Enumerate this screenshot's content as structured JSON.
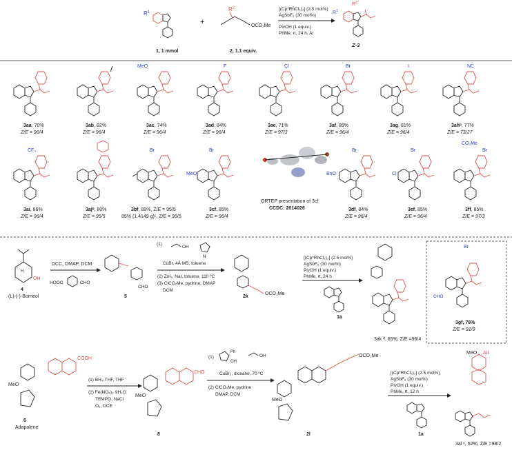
{
  "header": {
    "r1": "R",
    "r1_sup": "1",
    "r2": "R",
    "r2_sup": "2",
    "plus": "+",
    "allene_group": "OCO₂Me",
    "conditions": [
      "[(Cp*RhCl₂)₂] (2.5 mol%)",
      "AgSbF₆ (30 mol%)",
      "PivOH (1 equiv.)",
      "PhMe, rt, 24 h, Ar"
    ],
    "reagent1_label": "1, 1 mmol",
    "reagent2_label": "2, 1.1 equiv.",
    "product_label": "Z-3"
  },
  "row1": [
    {
      "sub": "",
      "id": "3aa",
      "yield": "70%",
      "ratio": "Z/E = 96/4"
    },
    {
      "sub": "",
      "id": "3ab",
      "yield": "82%",
      "ratio": "Z/E = 96/4"
    },
    {
      "sub": "MeO",
      "id": "3ac",
      "yield": "74%",
      "ratio": "Z/E = 96/4"
    },
    {
      "sub": "F",
      "id": "3ad",
      "yield": "84%",
      "ratio": "Z/E = 96/4"
    },
    {
      "sub": "Cl",
      "id": "3ae",
      "yield": "71%",
      "ratio": "Z/E = 97/3"
    },
    {
      "sub": "Br",
      "id": "3af",
      "yield": "85%",
      "ratio": "Z/E = 96/4"
    },
    {
      "sub": "I",
      "id": "3ag",
      "yield": "81%",
      "ratio": "Z/E = 96/4"
    },
    {
      "sub": "NC",
      "id": "3ahᵇ",
      "yield": "77%",
      "ratio": "Z/E = 73/27"
    }
  ],
  "row2": [
    {
      "sub": "CF₃",
      "id": "3ai",
      "yield": "86%",
      "ratio": "Z/E = 96/4"
    },
    {
      "sub": "",
      "id": "3ajᵇ",
      "yield": "80%",
      "ratio": "Z/E = 95/5"
    },
    {
      "sub": "Br",
      "id": "3bf",
      "yield": "89%, Z/E = 95/5",
      "ratio": "85% (1.4149 g)ᶜ, Z/E = 95/5"
    },
    {
      "sub": "Br",
      "id": "3cf",
      "yield": "85%",
      "ratio": "Z/E = 96/4"
    },
    {
      "ortep": "ORTEP presentation of 3cf",
      "ccdc": "CCDC: 2014026"
    },
    {
      "sub": "Br",
      "id": "3df",
      "yield": "84%",
      "ratio": "Z/E = 96/4"
    },
    {
      "sub": "Br",
      "id": "3ef",
      "yield": "85%",
      "ratio": "Z/E = 96/4"
    },
    {
      "sub": "Br",
      "id": "3ff",
      "yield": "85%",
      "ratio": "Z/E = 97/3"
    }
  ],
  "row2_ring": [
    "",
    "",
    "",
    "MeO",
    "",
    "BnO",
    "Cl",
    "CO₂Me"
  ],
  "borneol": {
    "compound": "4",
    "name": "(L)-(-)-Borneol",
    "oh": "OH",
    "h": "H",
    "step1": "DCC, DMAP, DCM",
    "acid": "HOOC",
    "cho": "CHO",
    "ester": "5",
    "step2": [
      "(1)",
      "CuBr, 4Å MS, toluene",
      "(2) ZnI₂, NaI, toluene, 110 ºC",
      "(3) ClCO₂Me, pydrine, DMAP",
      "DCM"
    ],
    "nh": "N",
    "oh2": "OH",
    "allene": "2k",
    "allene_group": "OCO₂Me",
    "step3": [
      "[(Cp*RhCl₂)₂] (2.5 mol%)",
      "AgSbF₆ (30 mol%)",
      "PivOH (1 equiv.)",
      "PhMe, rt, 24 h"
    ],
    "indole": "1a",
    "product": "3ak ᵈ, 65%, Z/E =96/4"
  },
  "side": {
    "sub": "Br",
    "cho": "CHO",
    "label": "3gf, 78%",
    "ratio": "Z/E = 91/9"
  },
  "adapalene": {
    "acid": "COOH",
    "meo": "MeO",
    "compound": "6",
    "name": "Adapalene",
    "step1": [
      "(1) BH₃·THF, THF",
      "(2) Fe(NO₃)₃·9H₂O",
      "TEMPO, NaCl",
      "O₂, DCE"
    ],
    "aldehyde": "CHO",
    "meo2": "MeO",
    "mid": "8",
    "step2": [
      "(1)",
      "CuBr₂, dioxane, 70 ºC",
      "(2) ClCO₂Me, pydrine",
      "DMAP, DCM"
    ],
    "ph": "Ph",
    "oh": "OH",
    "allene": "2l",
    "allene_group": "OCO₂Me",
    "meo3": "MeO",
    "step3": [
      "[(Cp*RhCl₂)₂] (2.5 mol%)",
      "AgSbF₆ (30 mol%)",
      "PivOH (1 equiv.)",
      "PhMe, rt, 12 h"
    ],
    "indole": "1a",
    "ad": "Ad",
    "meo4": "MeO",
    "product": "3al ᵉ, 62%, Z/E =98/2"
  },
  "colors": {
    "red": "#e0504a",
    "blue": "#2a3fd0",
    "ink": "#222222"
  }
}
